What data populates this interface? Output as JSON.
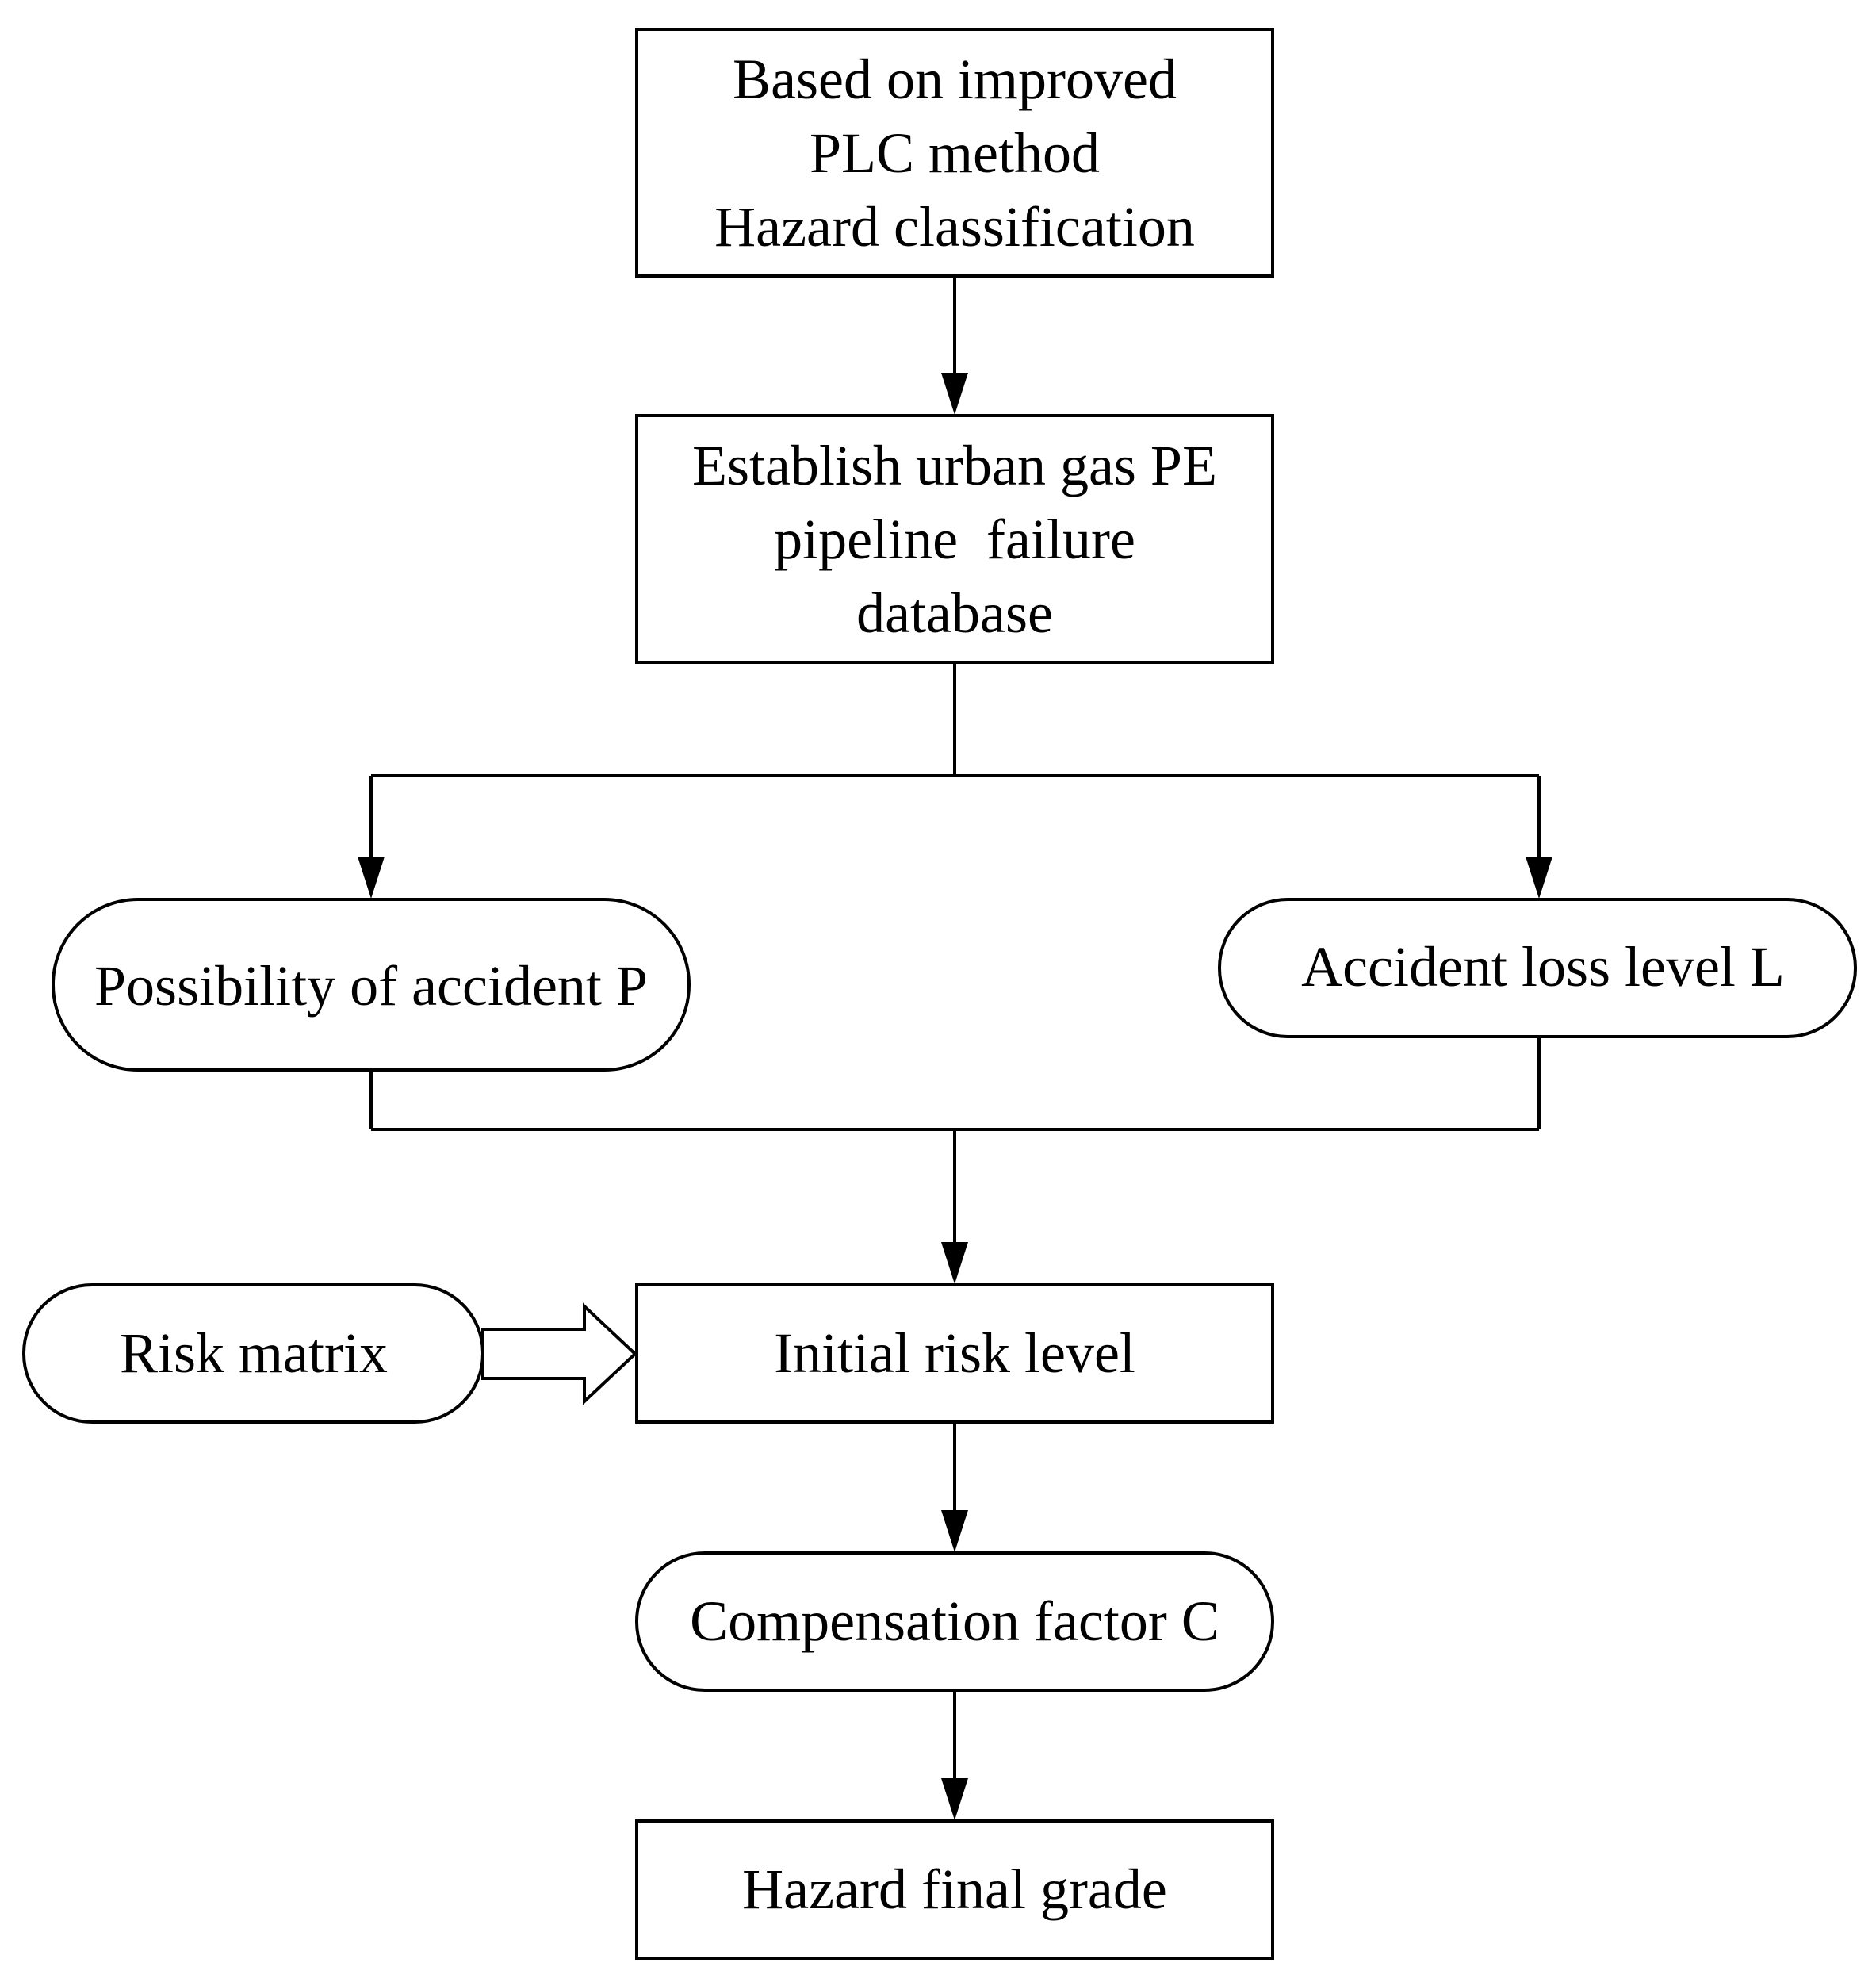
{
  "diagram": {
    "nodes": {
      "improved_plc": {
        "lines": [
          "Based on improved",
          "PLC method",
          "Hazard classification"
        ]
      },
      "failure_database": {
        "lines": [
          "Establish urban gas PE",
          "pipeline  failure",
          "database"
        ]
      },
      "possibility": {
        "label": "Possibility of accident P"
      },
      "loss_level": {
        "label": "Accident loss level L"
      },
      "risk_matrix": {
        "label": "Risk matrix"
      },
      "initial_risk": {
        "label": "Initial risk level"
      },
      "compensation": {
        "label": "Compensation factor C"
      },
      "final_grade": {
        "label": "Hazard final grade"
      }
    },
    "edges": [
      {
        "from": "improved_plc",
        "to": "failure_database"
      },
      {
        "from": "failure_database",
        "to": "possibility"
      },
      {
        "from": "failure_database",
        "to": "loss_level"
      },
      {
        "from": "possibility",
        "to": "initial_risk"
      },
      {
        "from": "loss_level",
        "to": "initial_risk"
      },
      {
        "from": "risk_matrix",
        "to": "initial_risk",
        "style": "hollow-arrow"
      },
      {
        "from": "initial_risk",
        "to": "compensation"
      },
      {
        "from": "compensation",
        "to": "final_grade"
      }
    ]
  }
}
